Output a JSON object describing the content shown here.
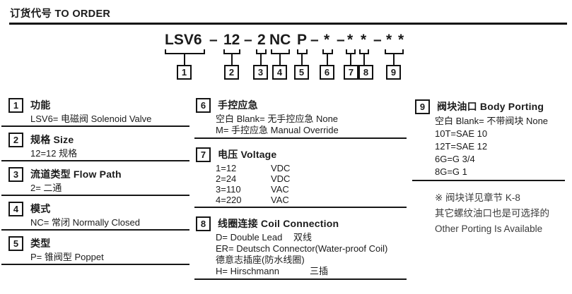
{
  "title": "订货代号 TO ORDER",
  "model_code": {
    "tokens": [
      "LSV6",
      "–",
      "12",
      "–",
      "2",
      "NC",
      "P",
      "–",
      "*",
      "–",
      "*",
      "*",
      "–",
      "*",
      "*"
    ],
    "boxes": [
      "1",
      "2",
      "3",
      "4",
      "5",
      "6",
      "7",
      "8",
      "9"
    ]
  },
  "items": {
    "i1": {
      "num": "1",
      "heading": "功能",
      "line1": "LSV6= 电磁阀 Solenoid Valve"
    },
    "i2": {
      "num": "2",
      "heading": "规格 Size",
      "line1": "12=12 规格"
    },
    "i3": {
      "num": "3",
      "heading": "流道类型 Flow Path",
      "line1": "2= 二通"
    },
    "i4": {
      "num": "4",
      "heading": "模式",
      "line1": "NC= 常闭 Normally Closed"
    },
    "i5": {
      "num": "5",
      "heading": "类型",
      "line1": "P= 锥阀型 Poppet"
    },
    "i6": {
      "num": "6",
      "heading": "手控应急",
      "line1": "空白 Blank= 无手控应急 None",
      "line2": "M= 手控应急 Manual Override"
    },
    "i7": {
      "num": "7",
      "heading": "电压 Voltage",
      "rows": [
        {
          "code": "1=12",
          "unit": "VDC"
        },
        {
          "code": "2=24",
          "unit": "VDC"
        },
        {
          "code": "3=110",
          "unit": "VAC"
        },
        {
          "code": "4=220",
          "unit": "VAC"
        }
      ]
    },
    "i8": {
      "num": "8",
      "heading": "线圈连接 Coil Connection",
      "line1_label": "D= Double Lead",
      "line1_extra": "双线",
      "line2": "ER= Deutsch Connector(Water-proof Coil)",
      "line3": "德意志插座(防水线圈)",
      "line4_label": "H= Hirschmann",
      "line4_extra": "三插"
    },
    "i9": {
      "num": "9",
      "heading": "阀块油口 Body Porting",
      "line1": "空白 Blank= 不带阀块 None",
      "line2": "10T=SAE 10",
      "line3": "12T=SAE 12",
      "line4": "6G=G 3/4",
      "line5": "8G=G 1"
    }
  },
  "note": {
    "line1": "※ 阀块详见章节 K-8",
    "line2": "其它螺纹油口也是可选择的",
    "line3": "Other Porting Is Available"
  },
  "colors": {
    "text": "#1b1b1b",
    "rule": "#111111"
  }
}
